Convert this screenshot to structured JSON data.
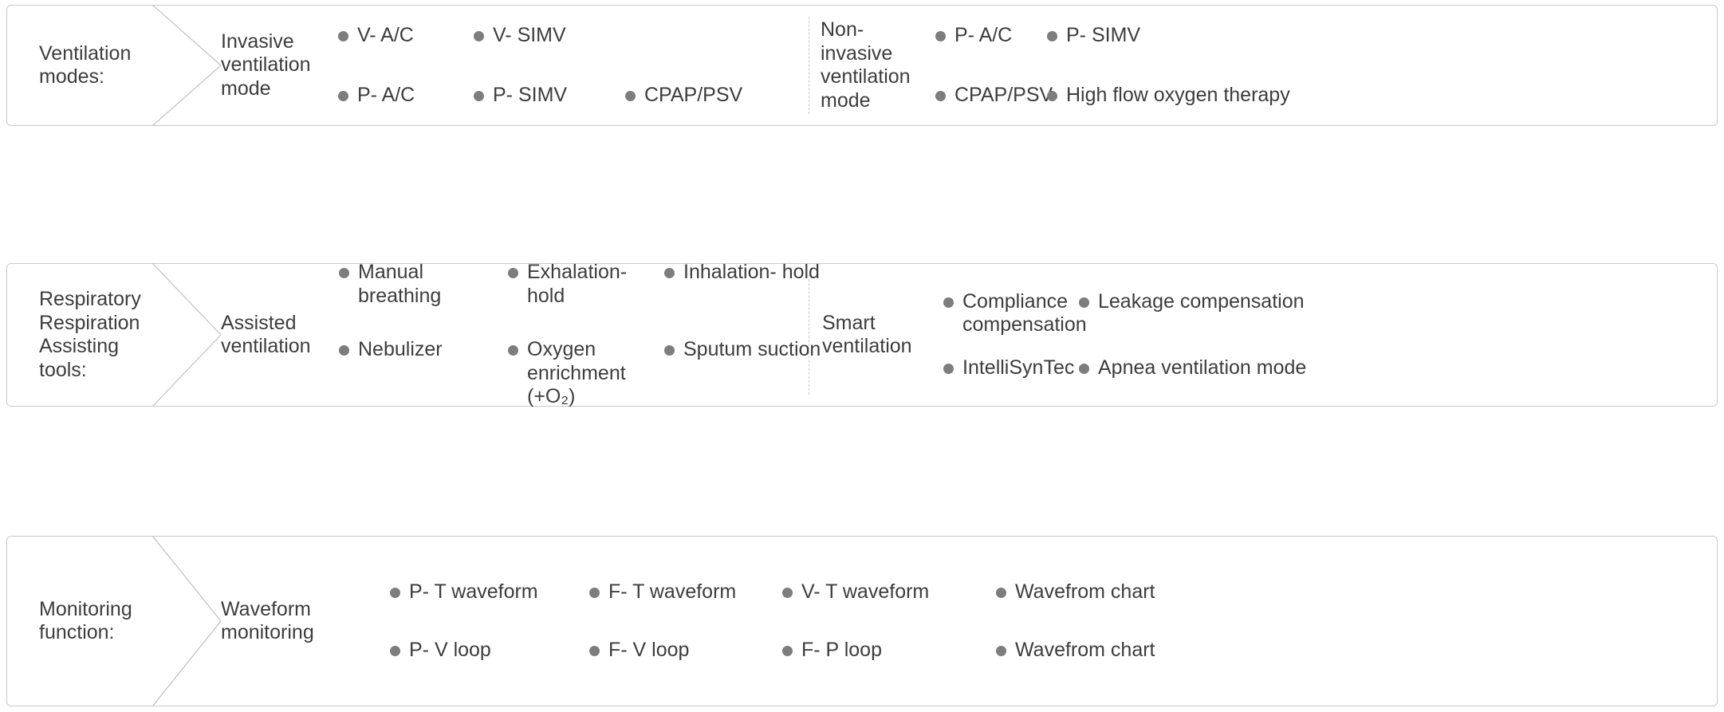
{
  "diagram": {
    "title": "Ventilator feature overview",
    "accent_color": "#7d7d7d",
    "text_color": "#3d3d3d",
    "border_color": "#c9c9c9",
    "sections": [
      {
        "id": "ventilation-modes",
        "label": "Ventilation\nmodes:",
        "groups": [
          {
            "id": "invasive-ventilation-mode",
            "title": "Invasive\nventilation\nmode",
            "items": [
              "V- A/C",
              "V- SIMV",
              "",
              "P- A/C",
              "P- SIMV",
              "CPAP/PSV"
            ]
          },
          {
            "id": "non-invasive-ventilation-mode",
            "title": "Non-\ninvasive\nventilation\nmode",
            "items": [
              "P- A/C",
              "P- SIMV",
              "CPAP/PSV",
              "High flow oxygen therapy"
            ]
          }
        ]
      },
      {
        "id": "respiratory-assisting-tools",
        "label": "Respiratory\nRespiration\nAssisting\ntools:",
        "groups": [
          {
            "id": "assisted-ventilation",
            "title": "Assisted\nventilation",
            "items": [
              "Manual breathing",
              "Exhalation- hold",
              "Inhalation- hold",
              "Nebulizer",
              "Oxygen enrichment (+O₂)",
              "Sputum suction"
            ]
          },
          {
            "id": "smart-ventilation",
            "title": "Smart\nventilation",
            "items": [
              "Compliance\ncompensation",
              "Leakage compensation",
              "IntelliSynTec",
              "Apnea ventilation mode"
            ]
          }
        ]
      },
      {
        "id": "monitoring-function",
        "label": "Monitoring\nfunction:",
        "groups": [
          {
            "id": "waveform-monitoring",
            "title": "Waveform\nmonitoring",
            "items": [
              "P- T waveform",
              "F- T waveform",
              "V- T waveform",
              "Wavefrom chart",
              "P- V loop",
              "F- V loop",
              "F- P loop",
              "Wavefrom chart"
            ]
          }
        ]
      }
    ]
  }
}
